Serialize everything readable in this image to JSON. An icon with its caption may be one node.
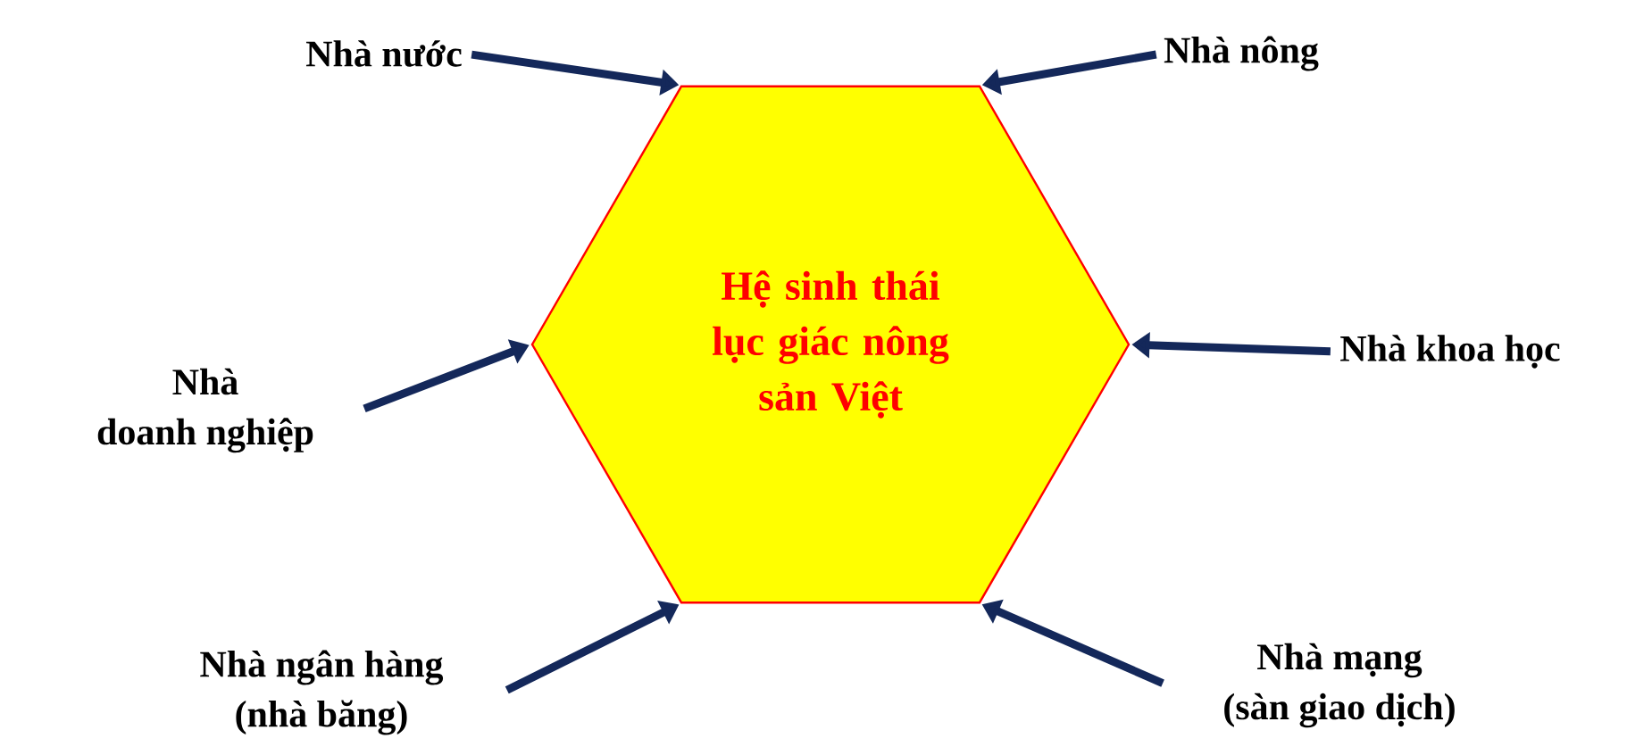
{
  "diagram": {
    "nodes": [
      {
        "text": [
          "Hệ sinh thái lục giác nông sản Việt"
        ]
      },
      {
        "text": [
          "Nhà nước"
        ]
      },
      {
        "text": [
          "Nhà nông"
        ]
      },
      {
        "text": [
          "Nhà doanh nghiệp"
        ]
      },
      {
        "text": [
          "Nhà khoa học"
        ]
      },
      {
        "text": [
          "Nhà ngân hàng (nhà băng)"
        ]
      },
      {
        "text": [
          "Nhà mạng (sàn giao dịch)"
        ]
      }
    ],
    "edges": [
      {
        "from": 1,
        "to": 0,
        "arrow": "to"
      },
      {
        "from": 2,
        "to": 0,
        "arrow": "to"
      },
      {
        "from": 3,
        "to": 0,
        "arrow": "to"
      },
      {
        "from": 4,
        "to": 0,
        "arrow": "to"
      },
      {
        "from": 5,
        "to": 0,
        "arrow": "to"
      },
      {
        "from": 6,
        "to": 0,
        "arrow": "to"
      }
    ]
  }
}
